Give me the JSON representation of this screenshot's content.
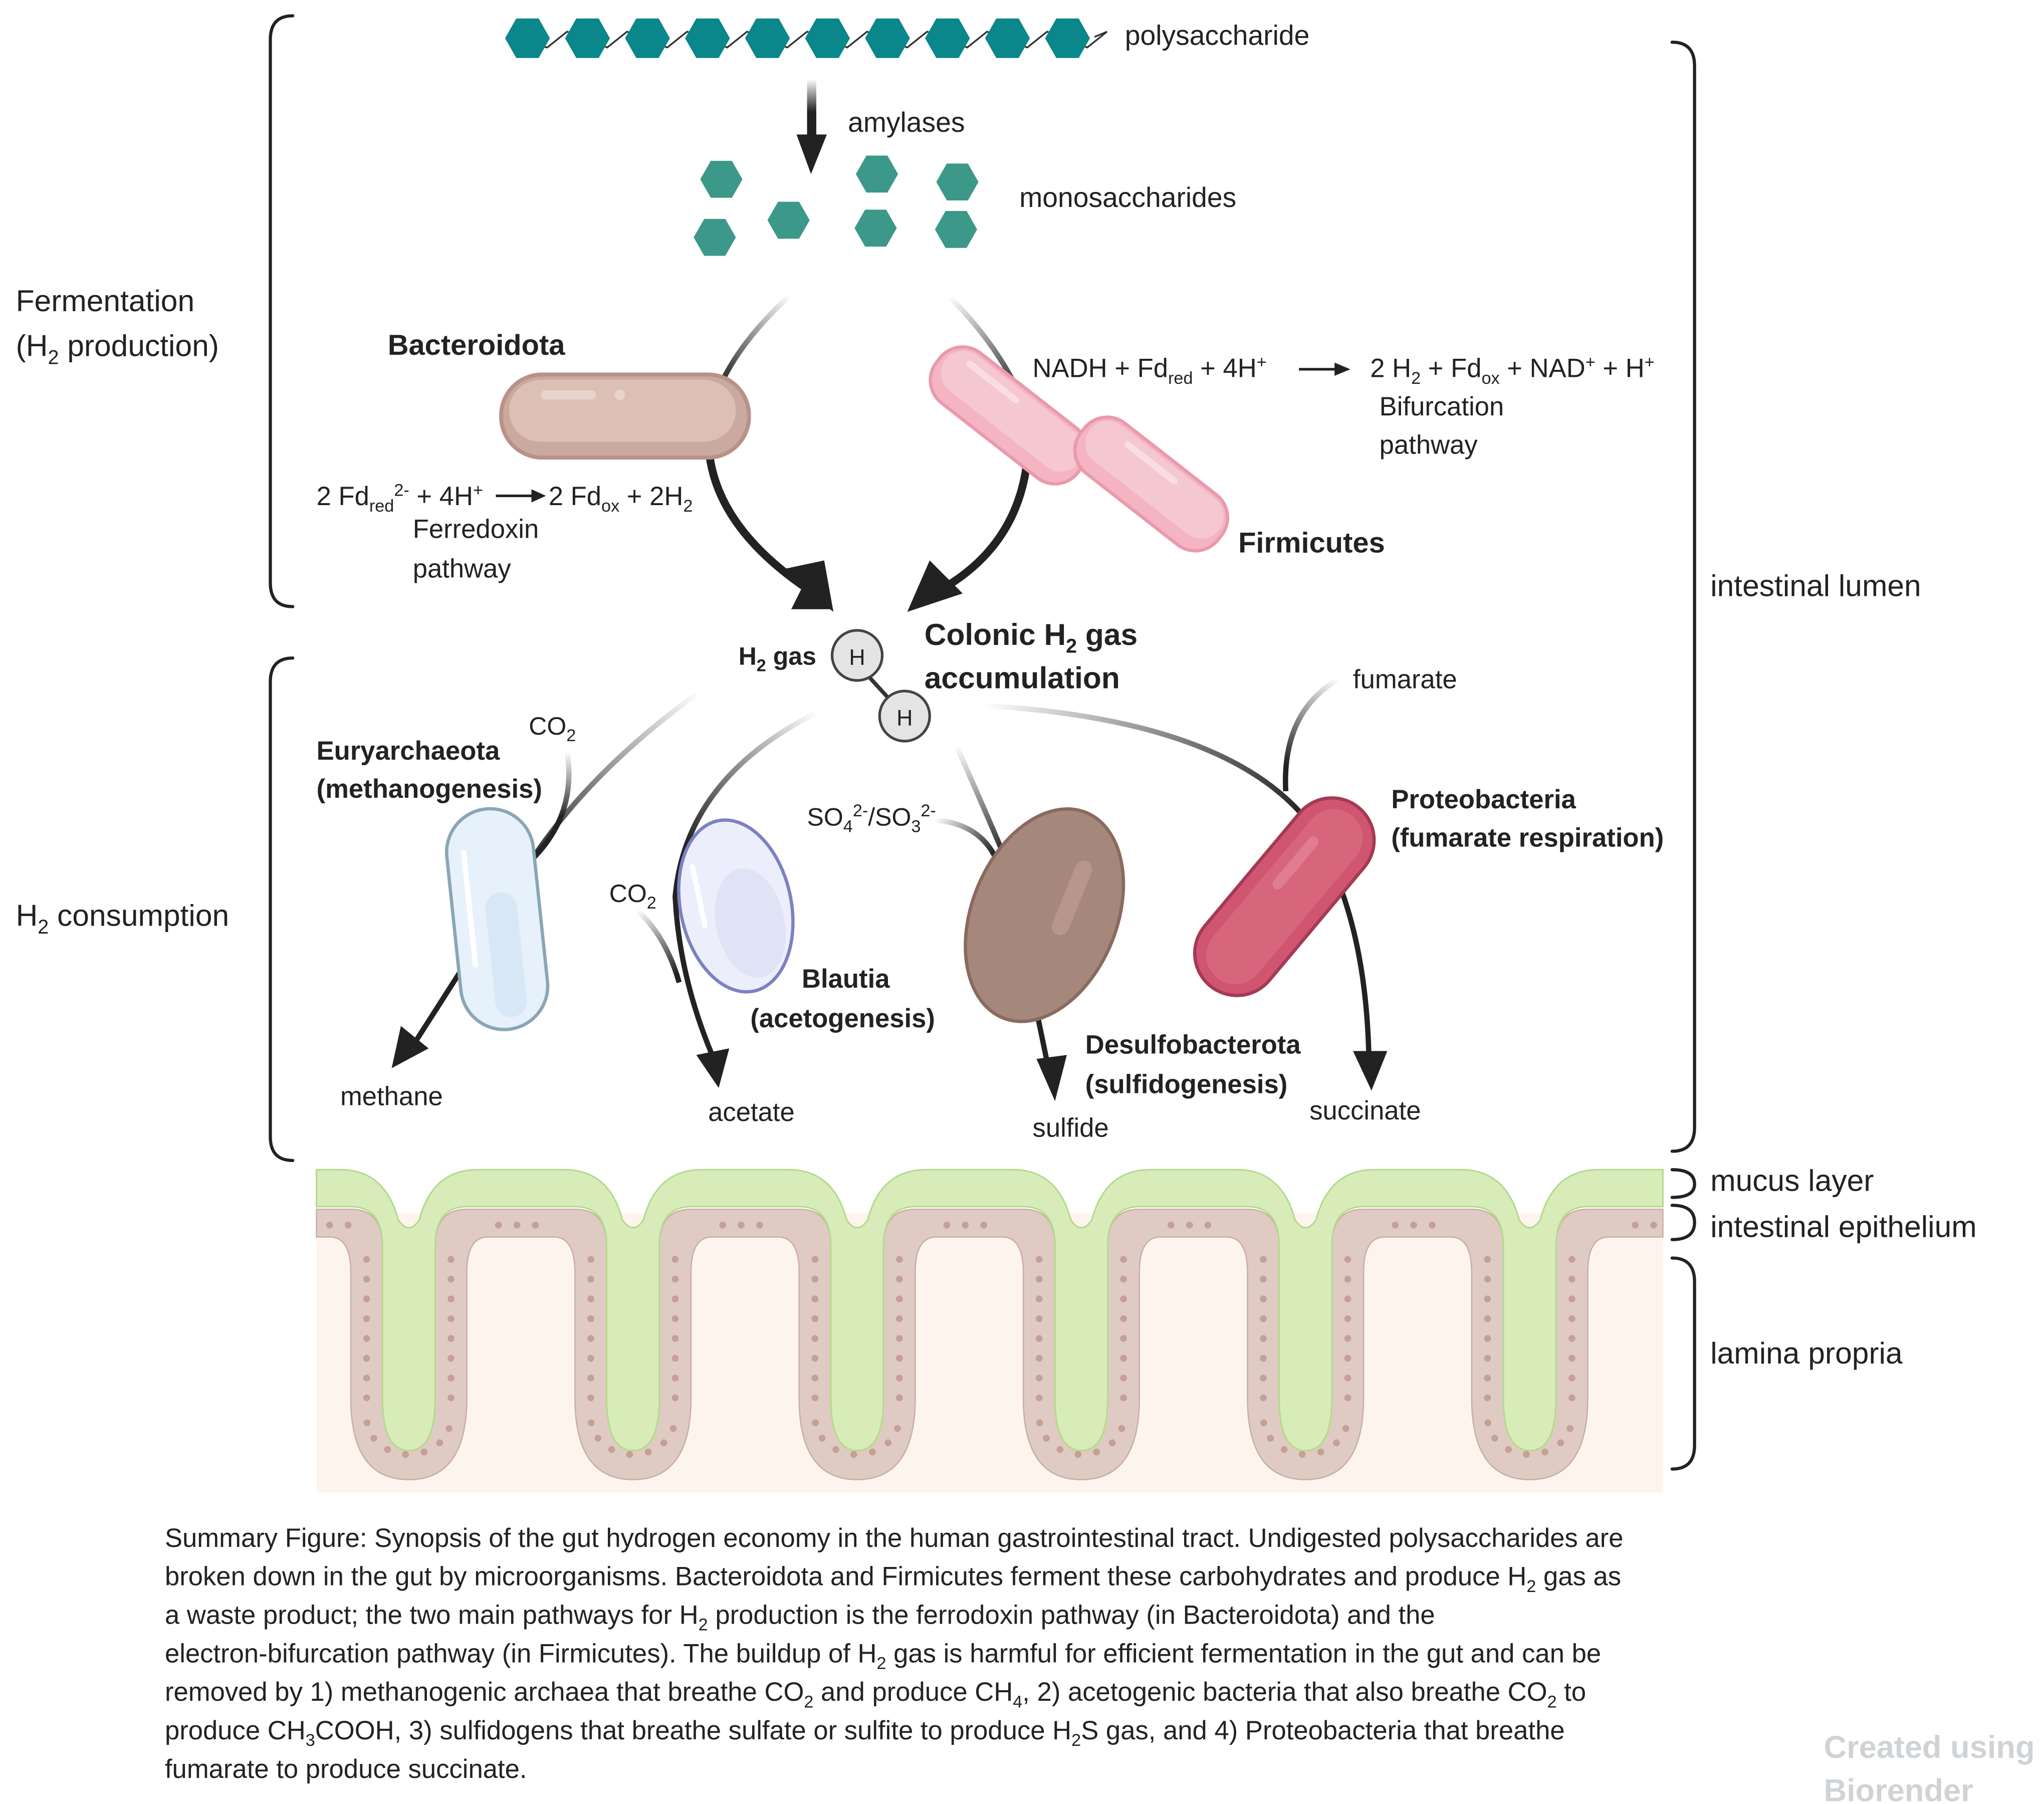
{
  "figure": {
    "polysaccharide": "polysaccharide",
    "amylases": "amylases",
    "monosaccharides": "monosaccharides",
    "sections": {
      "fermentation_line1": "Fermentation",
      "fermentation_line2_pre": "(H",
      "fermentation_line2_sub": "2",
      "fermentation_line2_post": " production)",
      "consumption_pre": "H",
      "consumption_sub": "2",
      "consumption_post": " consumption"
    },
    "bacteroidota": {
      "name": "Bacteroidota",
      "equation": {
        "a": "2 Fd",
        "a_sub": "red",
        "a_sup": "2-",
        "b": " + 4H",
        "b_sup": "+",
        "c": "2 Fd",
        "c_sub": "ox",
        "d": " + 2H",
        "d_sub": "2"
      },
      "pathway_line1": "Ferredoxin",
      "pathway_line2": "pathway",
      "color": "#dcbfb5"
    },
    "firmicutes": {
      "name": "Firmicutes",
      "equation": {
        "a": "NADH + Fd",
        "a_sub": "red",
        "b": " + 4H",
        "b_sup": "+",
        "c": "2 H",
        "c_sub": "2",
        "d": " + Fd",
        "d_sub": "ox",
        "e": " + NAD",
        "e_sup": "+",
        "f": " + H",
        "f_sup": "+"
      },
      "pathway_line1": "Bifurcation",
      "pathway_line2": "pathway",
      "color": "#f4c3cd"
    },
    "h2": {
      "label_pre": "H",
      "label_sub": "2",
      "label_post": " gas",
      "atom": "H",
      "accumulation_line1_pre": "Colonic H",
      "accumulation_line1_sub": "2",
      "accumulation_line1_post": " gas",
      "accumulation_line2": "accumulation"
    },
    "euryarchaeota": {
      "name": "Euryarchaeota",
      "process": "(methanogenesis)",
      "input_pre": "CO",
      "input_sub": "2",
      "product": "methane",
      "color": "#e6f1fb"
    },
    "blautia": {
      "name": "Blautia",
      "process": "(acetogenesis)",
      "input_pre": "CO",
      "input_sub": "2",
      "product": "acetate",
      "color": "#eceefb"
    },
    "desulfobacterota": {
      "name": "Desulfobacterota",
      "process": "(sulfidogenesis)",
      "input_a": "SO",
      "input_a_sub": "4",
      "input_a_sup": "2-",
      "input_b": "/SO",
      "input_b_sub": "3",
      "input_b_sup": "2-",
      "product": "sulfide",
      "color": "#a6877c"
    },
    "proteobacteria": {
      "name": "Proteobacteria",
      "process": "(fumarate respiration)",
      "input": "fumarate",
      "product": "succinate",
      "color": "#d7637a"
    },
    "layers": {
      "lumen": "intestinal lumen",
      "mucus": "mucus layer",
      "epithelium": "intestinal epithelium",
      "lamina": "lamina propria"
    },
    "colors": {
      "polysaccharide": "#0a878b",
      "monosaccharide": "#3c9888",
      "mucus": "#d8ecb9",
      "epithelium_cell": "#dfcbc3",
      "nucleus": "#c4a097",
      "lamina": "#fdf4ee"
    }
  },
  "caption": {
    "lines": [
      [
        "Summary Figure: Synopsis of the gut hydrogen economy in the human gastrointestinal tract. Undigested polysaccharides are"
      ],
      [
        "broken down in the gut by microorganisms. Bacteroidota and Firmicutes ferment these carbohydrates and produce H",
        "2",
        " gas as"
      ],
      [
        "a waste product; the two main pathways for H",
        "2",
        " production is the ferrodoxin pathway (in Bacteroidota) and the"
      ],
      [
        "electron-bifurcation pathway (in Firmicutes). The buildup of H",
        "2",
        " gas is harmful for efficient fermentation in the gut and can be"
      ],
      [
        "removed by 1) methanogenic archaea that breathe CO",
        "2",
        " and produce CH",
        "4",
        ", 2) acetogenic bacteria that also breathe CO",
        "2",
        " to"
      ],
      [
        "produce CH",
        "3",
        "COOH, 3) sulfidogens that breathe sulfate or sulfite to produce H",
        "2",
        "S gas, and 4) Proteobacteria that breathe"
      ],
      [
        "fumarate to produce succinate."
      ]
    ]
  },
  "watermark": {
    "line1": "Created using",
    "line2": "Biorender"
  }
}
